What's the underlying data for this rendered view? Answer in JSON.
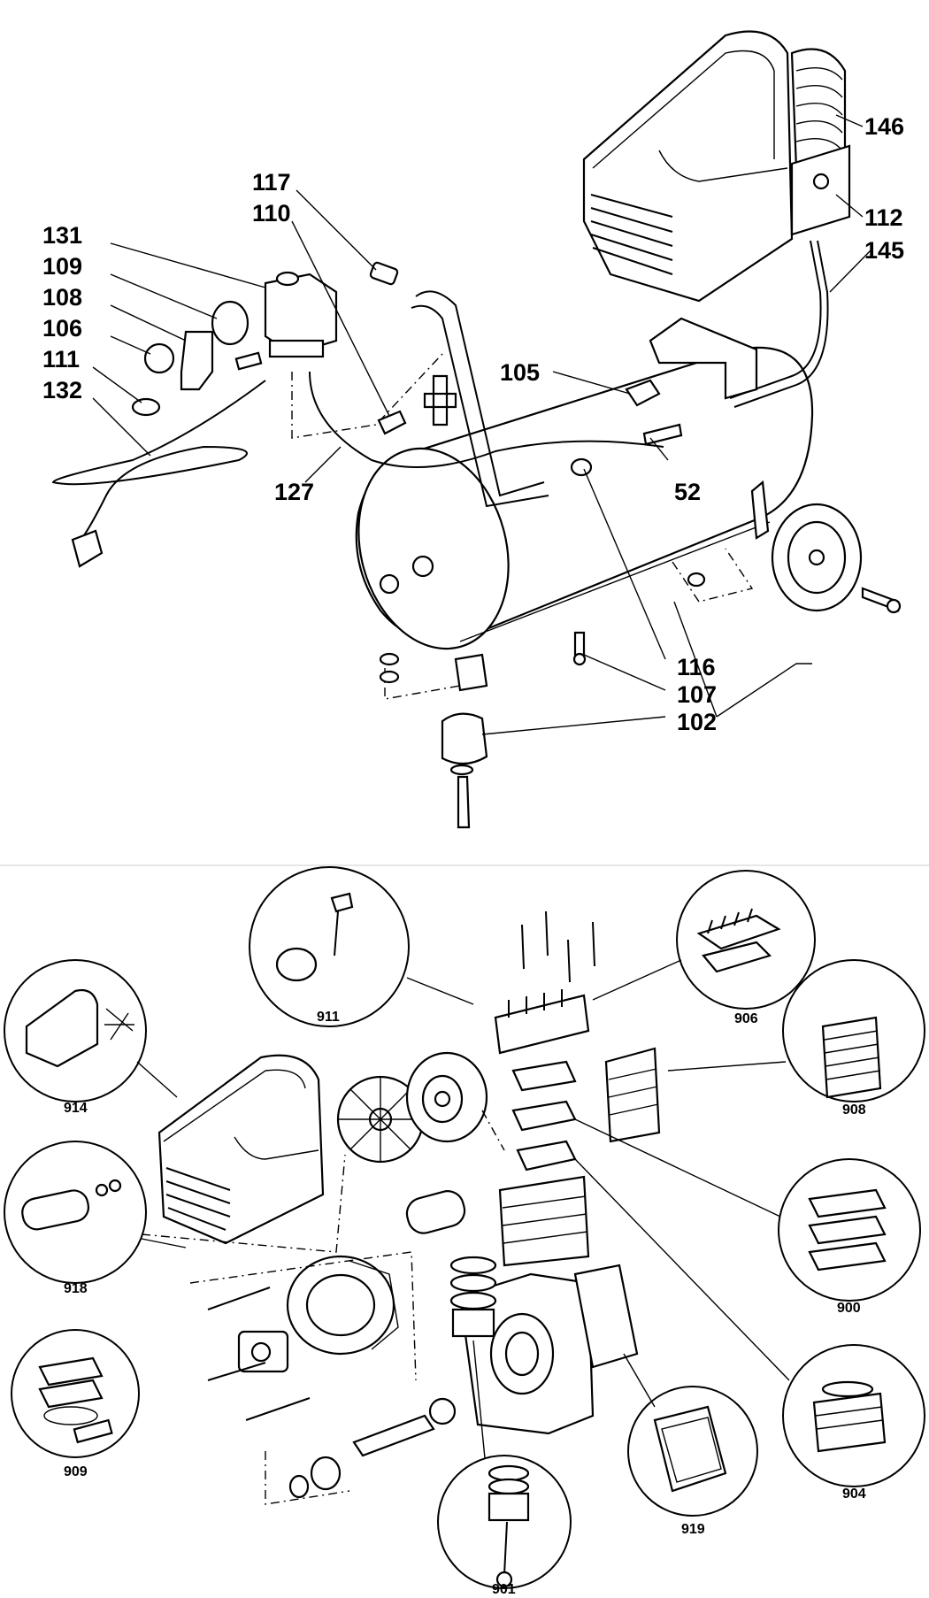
{
  "upper_diagram": {
    "callouts": [
      "146",
      "112",
      "145",
      "117",
      "110",
      "131",
      "109",
      "108",
      "106",
      "111",
      "132",
      "105",
      "127",
      "52",
      "116",
      "107",
      "102"
    ]
  },
  "lower_diagram": {
    "details": [
      "911",
      "906",
      "914",
      "908",
      "918",
      "900",
      "909",
      "904",
      "919",
      "901"
    ]
  }
}
